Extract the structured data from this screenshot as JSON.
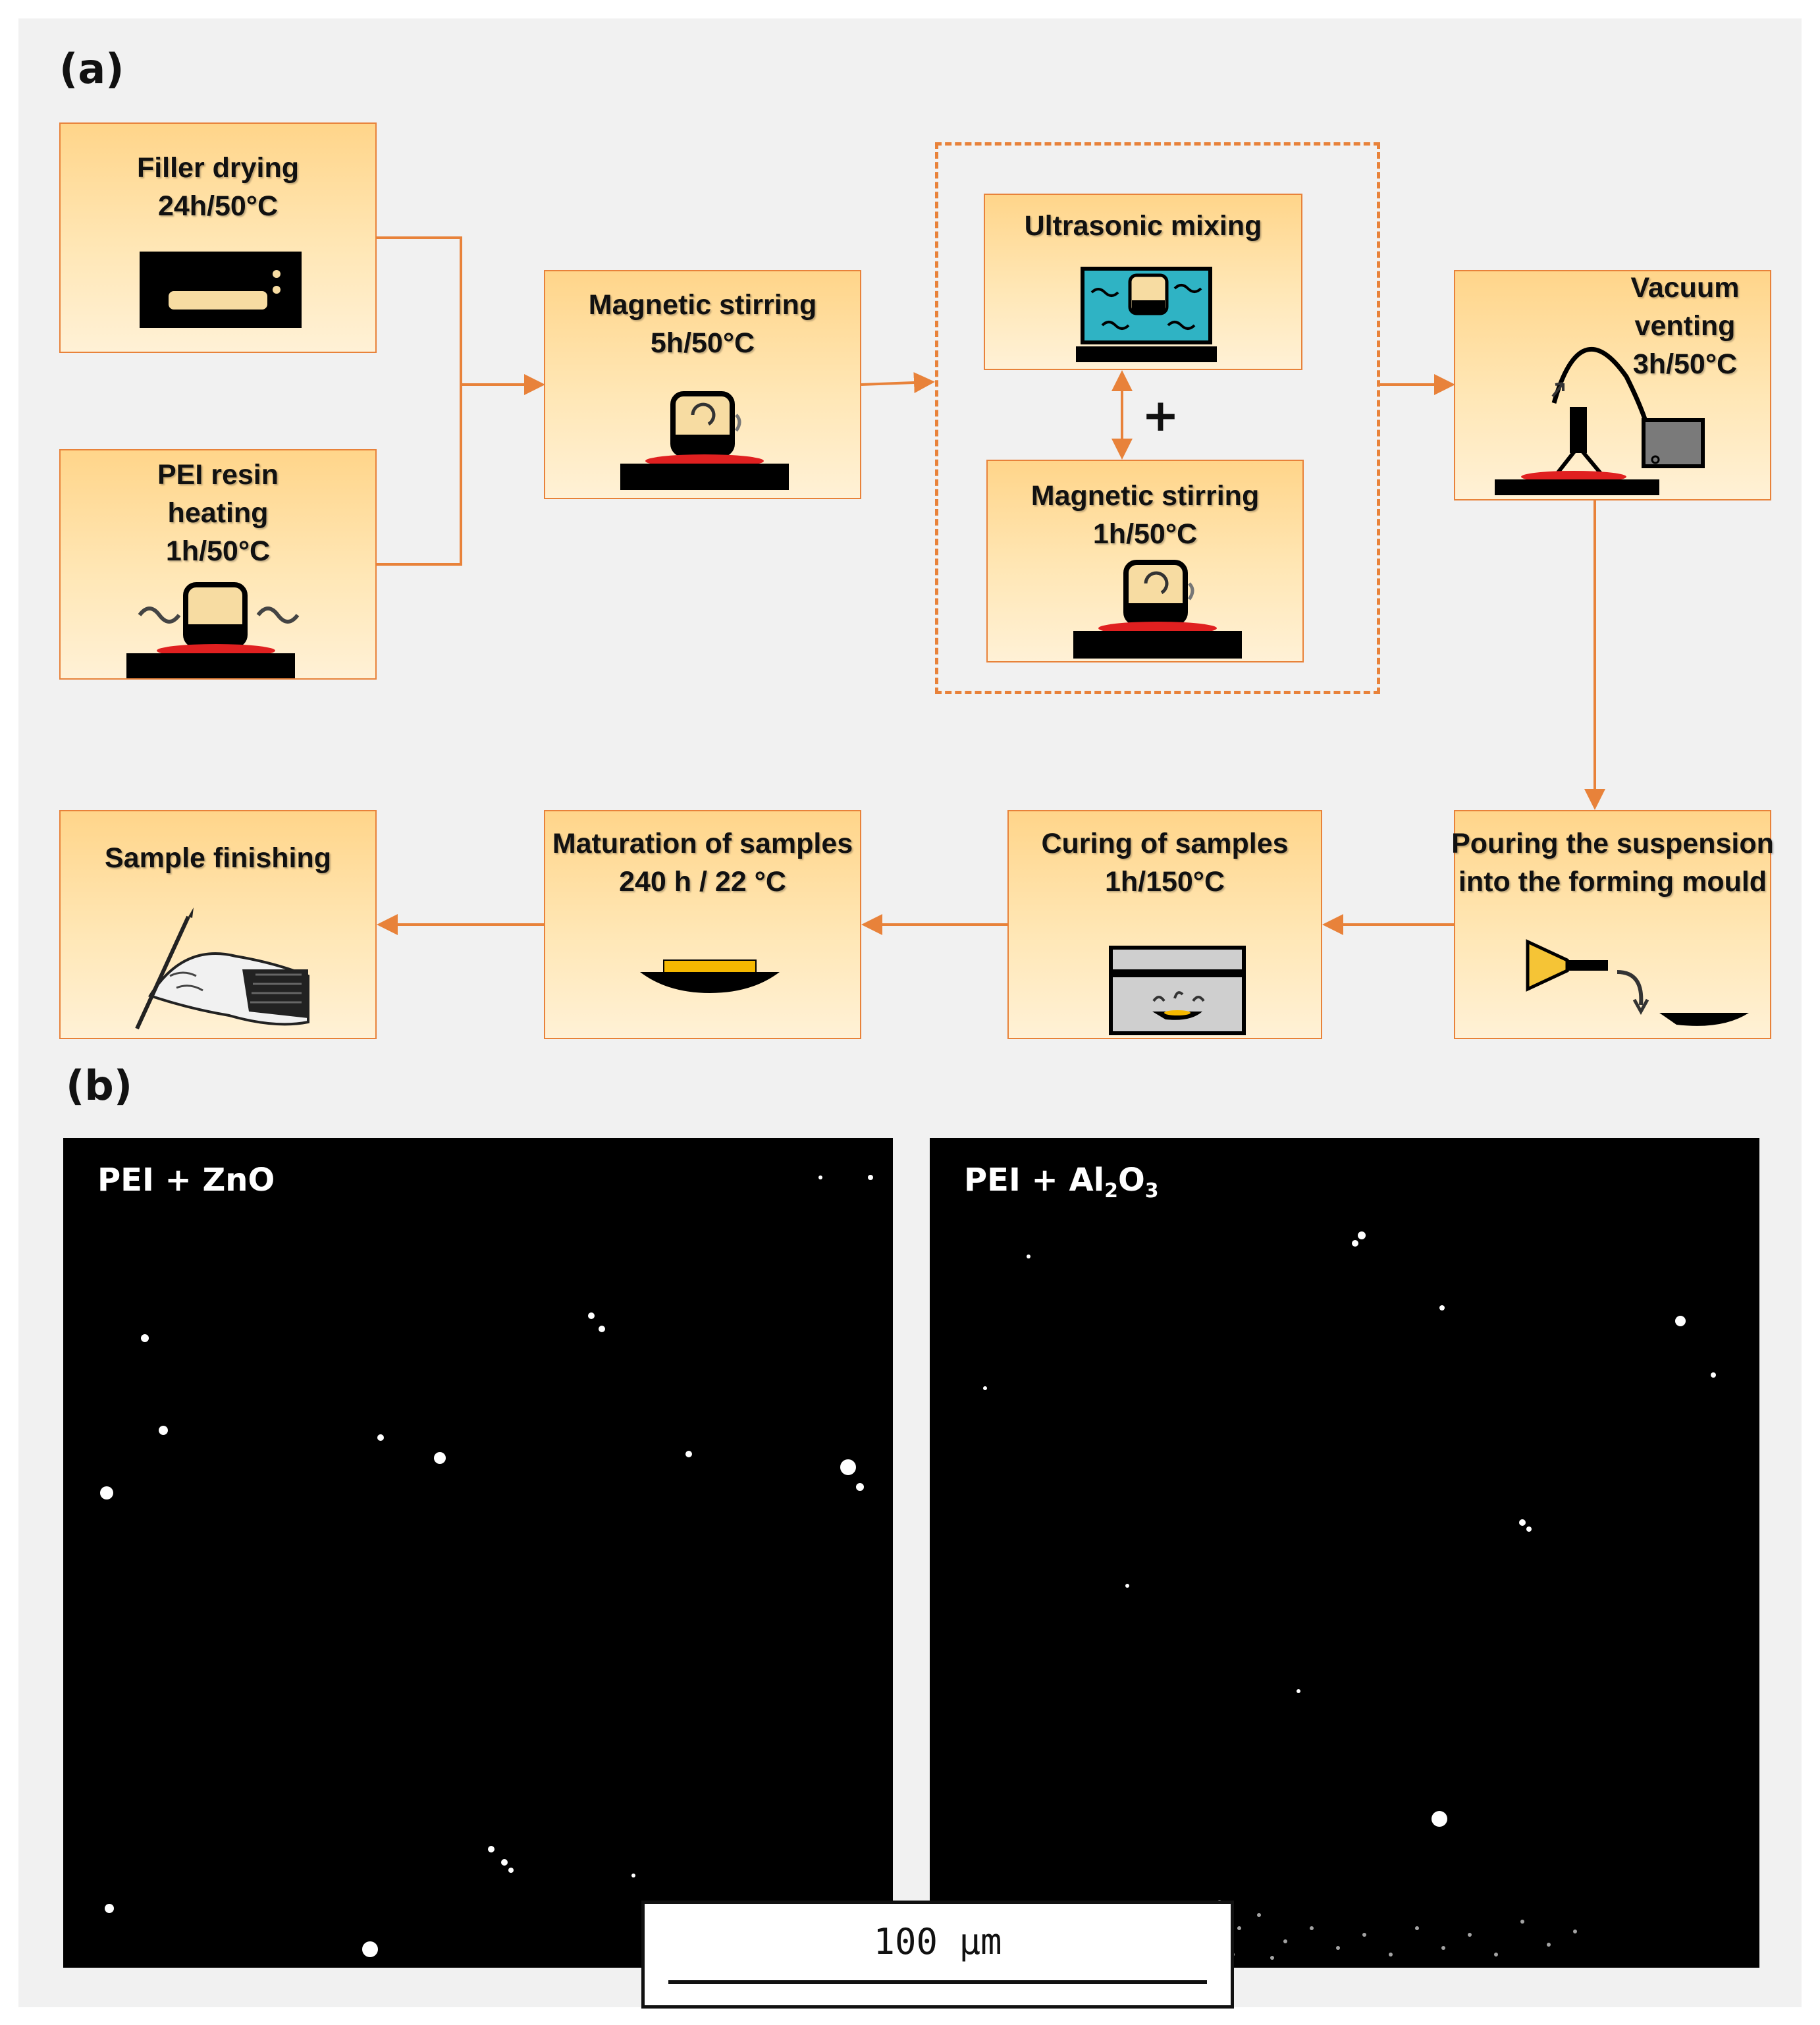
{
  "panel_a_label": "(a)",
  "panel_b_label": "(b)",
  "steps": {
    "filler_drying": [
      "Filler drying",
      "24h/50°C"
    ],
    "pei_resin_heating": [
      "PEI resin",
      "heating",
      "1h/50°C"
    ],
    "magnetic_stirring_1": [
      "Magnetic stirring",
      "5h/50°C"
    ],
    "ultrasonic_mixing": [
      "Ultrasonic mixing"
    ],
    "magnetic_stirring_2": [
      "Magnetic stirring",
      "1h/50°C"
    ],
    "vacuum_venting": [
      "Vacuum",
      "venting",
      "3h/50°C"
    ],
    "pouring": [
      "Pouring the suspension",
      "into the forming mould"
    ],
    "curing": [
      "Curing of samples",
      "1h/150°C"
    ],
    "maturation": [
      "Maturation of samples",
      "240 h / 22 °C"
    ],
    "sample_finishing": [
      "Sample finishing"
    ]
  },
  "plus_sign": "+",
  "sem_images": {
    "left": {
      "title_main": "PEI + ZnO",
      "title_base": "",
      "title_sub2": "",
      "title_sub3": ""
    },
    "right": {
      "title_main": "PEI + Al",
      "title_sub2": "2",
      "title_base": "O",
      "title_sub3": "3"
    }
  },
  "scale_bar_label": "100 µm",
  "colors": {
    "arrow": "#e8823a",
    "box_top": "#ffd58a",
    "box_bottom": "#fff1d6",
    "background": "#f1f1f1"
  }
}
